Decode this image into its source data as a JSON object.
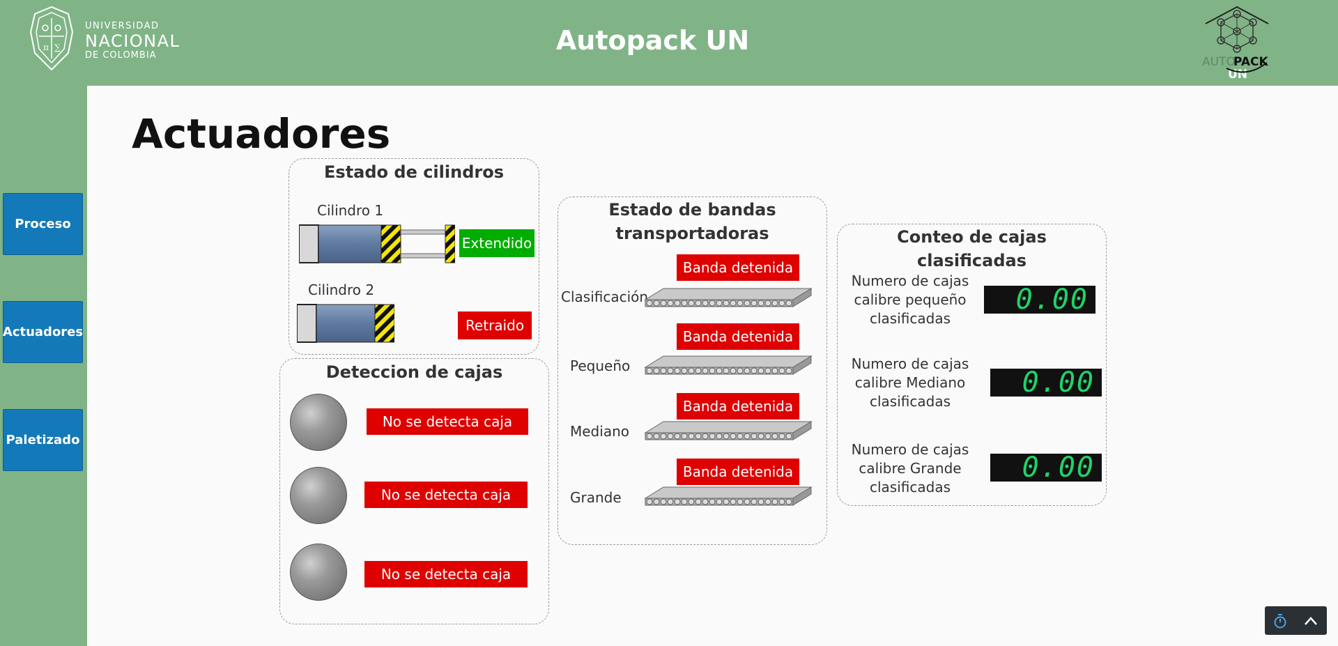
{
  "header": {
    "app_title": "Autopack UN",
    "unal_line1": "UNIVERSIDAD",
    "unal_line2": "NACIONAL",
    "unal_line3": "DE COLOMBIA",
    "autopack_logo_text1": "AUTO",
    "autopack_logo_text2": "PACK",
    "autopack_logo_text3": "UN"
  },
  "sidebar": {
    "items": [
      {
        "label": "Proceso"
      },
      {
        "label": "Actuadores"
      },
      {
        "label": "Paletizado"
      }
    ]
  },
  "page": {
    "title": "Actuadores"
  },
  "cylinders": {
    "title": "Estado de cilindros",
    "c1_label": "Cilindro 1",
    "c1_status": "Extendido",
    "c2_label": "Cilindro 2",
    "c2_status": "Retraido"
  },
  "detection": {
    "title": "Deteccion de cajas",
    "s1": "No se detecta caja",
    "s2": "No se detecta caja",
    "s3": "No se detecta caja"
  },
  "belts": {
    "title_l1": "Estado de bandas",
    "title_l2": "transportadoras",
    "rows": [
      {
        "label": "Clasificación",
        "status": "Banda detenida"
      },
      {
        "label": "Pequeño",
        "status": "Banda detenida"
      },
      {
        "label": "Mediano",
        "status": "Banda detenida"
      },
      {
        "label": "Grande",
        "status": "Banda detenida"
      }
    ]
  },
  "counts": {
    "title_l1": "Conteo de cajas",
    "title_l2": "clasificadas",
    "rows": [
      {
        "l1": "Numero de cajas",
        "l2": "calibre pequeño",
        "l3": "clasificadas",
        "value": "0.00"
      },
      {
        "l1": "Numero de cajas",
        "l2": "calibre Mediano",
        "l3": "clasificadas",
        "value": "0.00"
      },
      {
        "l1": "Numero de cajas",
        "l2": "calibre Grande",
        "l3": "clasificadas",
        "value": "0.00"
      }
    ]
  },
  "colors": {
    "header_bg": "#80b487",
    "nav_bg": "#1479b8",
    "status_red": "#df0000",
    "status_green": "#00ad00",
    "counter_digits": "#1fd36a"
  }
}
